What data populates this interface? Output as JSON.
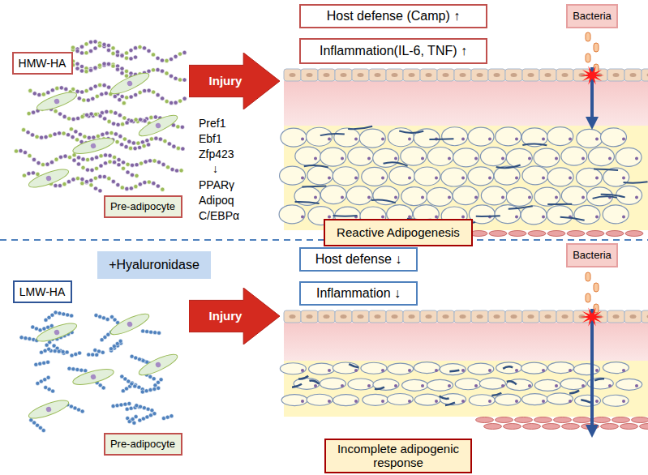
{
  "diagram": {
    "nodes": [
      {
        "text": [
          "HMW-HA"
        ]
      },
      {
        "text": [
          "Injury"
        ]
      },
      {
        "text": [
          "Host defense (Camp) ↑"
        ]
      },
      {
        "text": [
          "Inflammation(IL-6, TNF) ↑"
        ]
      },
      {
        "text": [
          "Bacteria"
        ]
      },
      {
        "text": [
          "Pre-adipocyte"
        ]
      },
      {
        "text": [
          "Reactive Adipogenesis"
        ]
      },
      {
        "text": [
          "+Hyaluronidase"
        ]
      },
      {
        "text": [
          "LMW-HA"
        ]
      },
      {
        "text": [
          "Injury"
        ]
      },
      {
        "text": [
          "Host defense ↓"
        ]
      },
      {
        "text": [
          "Inflammation ↓"
        ]
      },
      {
        "text": [
          "Bacteria"
        ]
      },
      {
        "text": [
          "Pre-adipocyte"
        ]
      },
      {
        "text": [
          "Incomplete adipogenic response"
        ]
      }
    ],
    "labels": [
      "Pref1",
      "Ebf1",
      "Zfp423",
      "↓",
      "PPARγ",
      "Adipoq",
      "C/EBPα"
    ]
  }
}
